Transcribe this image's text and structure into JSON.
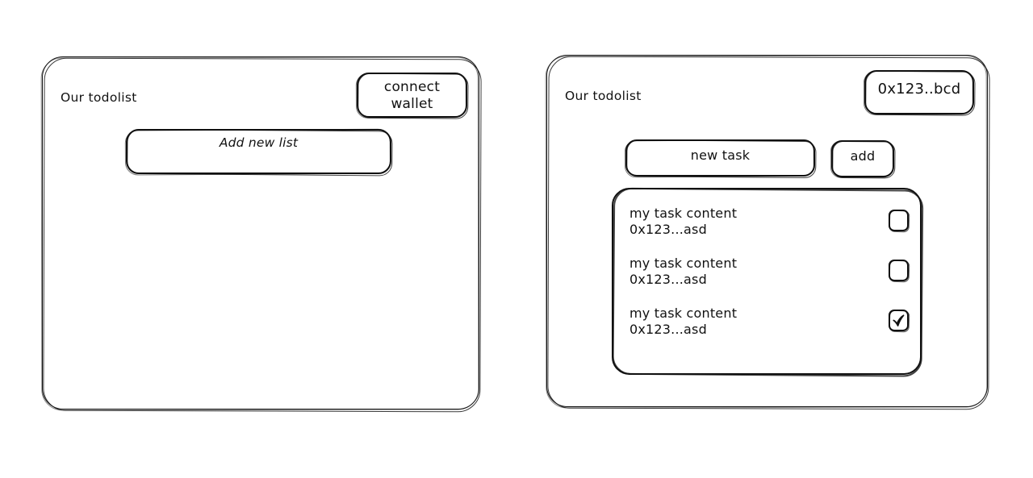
{
  "screen": {
    "background": "#ffffff",
    "ink": "#111111",
    "style": "hand-drawn-wireframe"
  },
  "panels": [
    {
      "id": "disconnected-state",
      "title": "Our todolist",
      "connect_wallet_label": "connect\nwallet",
      "add_new_list_label": "Add new list"
    },
    {
      "id": "connected-state",
      "title": "Our todolist",
      "wallet_address": "0x123..bcd",
      "new_task_placeholder": "new task",
      "add_button_label": "add",
      "tasks": [
        {
          "content": "my task content",
          "owner": "0x123...asd",
          "checked": false
        },
        {
          "content": "my task content",
          "owner": "0x123...asd",
          "checked": false
        },
        {
          "content": "my task content",
          "owner": "0x123...asd",
          "checked": true
        }
      ]
    }
  ]
}
